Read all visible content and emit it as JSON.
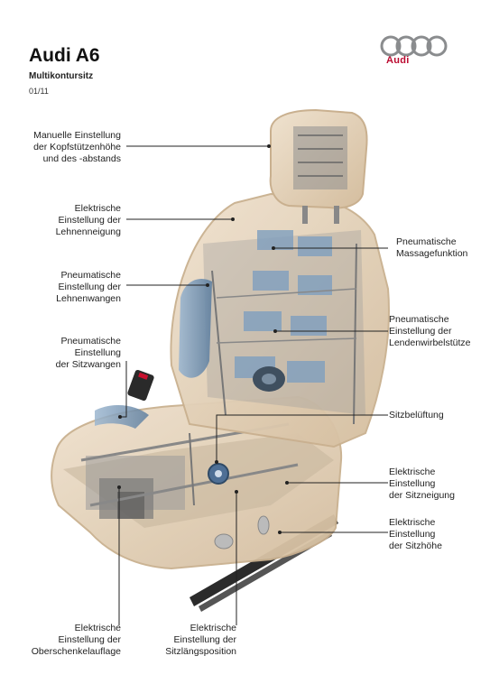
{
  "header": {
    "title": "Audi A6",
    "subtitle": "Multikontursitz",
    "date": "01/11"
  },
  "brand": {
    "logo_text": "Audi",
    "logo_color": "#bb0a30",
    "rings_color": "#8a8c8e"
  },
  "labels_left": [
    {
      "id": "kopfstuetze",
      "text": "Manuelle Einstellung\nder Kopfstützenhöhe\nund des -abstands"
    },
    {
      "id": "lehnenneigung",
      "text": "Elektrische\nEinstellung der\nLehnenneigung"
    },
    {
      "id": "lehnenwangen",
      "text": "Pneumatische\nEinstellung der\nLehnenwangen"
    },
    {
      "id": "sitzwangen",
      "text": "Pneumatische\nEinstellung\nder Sitzwangen"
    },
    {
      "id": "oberschenkel",
      "text": "Elektrische\nEinstellung der\nOberschenkelauflage"
    },
    {
      "id": "sitzlaengs",
      "text": "Elektrische\nEinstellung der\nSitzlängsposition"
    }
  ],
  "labels_right": [
    {
      "id": "massage",
      "text": "Pneumatische\nMassagefunktion"
    },
    {
      "id": "lendenwirbel",
      "text": "Pneumatische\nEinstellung der\nLendenwirbelstütze"
    },
    {
      "id": "belueftung",
      "text": "Sitzbelüftung"
    },
    {
      "id": "sitzneigung",
      "text": "Elektrische\nEinstellung\nder Sitzneigung"
    },
    {
      "id": "sitzhoehe",
      "text": "Elektrische\nEinstellung\nder Sitzhöhe"
    }
  ],
  "colors": {
    "shell": "#e6d6c0",
    "shell_edge": "#c9b08f",
    "frame": "#8e8e8e",
    "bladder": "#7f9fbf",
    "bladder_dark": "#5a7c9f",
    "leader": "#222222"
  }
}
